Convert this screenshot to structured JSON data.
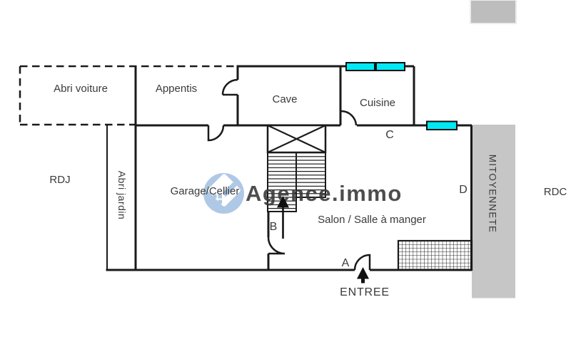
{
  "colors": {
    "wall": "#1a1a1a",
    "text": "#3a3a3a",
    "window_cyan": "#00e9f4",
    "party_wall_gray": "#c6c6c6",
    "top_block_gray": "#bdbdbd",
    "watermark_gray": "#a9a9a9",
    "logo_blue": "#a9c4e3"
  },
  "rooms": {
    "abri_voiture": "Abri voiture",
    "appentis": "Appentis",
    "cave": "Cave",
    "cuisine": "Cuisine",
    "garage": "Garage/Cellier",
    "salon": "Salon / Salle à manger",
    "abri_jardin": "Abri jardin",
    "mitoyennete": "MITOYENNETE"
  },
  "zones": {
    "rdj": "RDJ",
    "rdc": "RDC",
    "entree": "ENTREE"
  },
  "markers": {
    "a": "A",
    "b": "B",
    "c": "C",
    "d": "D"
  },
  "watermark": {
    "text": "Agence.immo"
  }
}
